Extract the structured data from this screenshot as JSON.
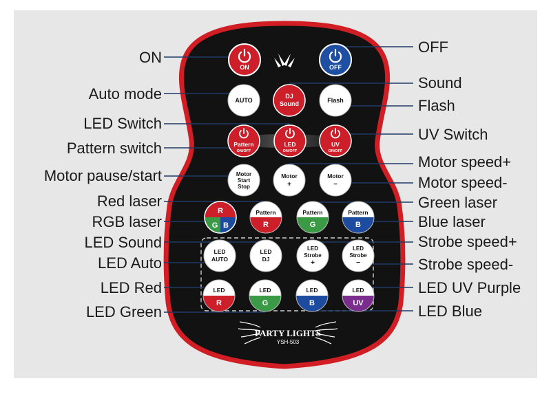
{
  "labels": {
    "on": "ON",
    "off": "OFF",
    "auto_mode": "Auto mode",
    "sound": "Sound",
    "flash": "Flash",
    "led_switch": "LED Switch",
    "uv_switch": "UV Switch",
    "pattern_switch": "Pattern switch",
    "motor_pause_start": "Motor pause/start",
    "motor_speed_plus": "Motor speed+",
    "motor_speed_minus": "Motor speed-",
    "red_laser": "Red laser",
    "green_laser": "Green laser",
    "rgb_laser": "RGB laser",
    "blue_laser": "Blue laser",
    "led_sound": "LED Sound",
    "strobe_speed_plus": "Strobe speed+",
    "led_auto": "LED Auto",
    "strobe_speed_minus": "Strobe speed-",
    "led_red": "LED Red",
    "led_uv_purple": "LED UV Purple",
    "led_green": "LED Green",
    "led_blue": "LED Blue"
  },
  "buttons": {
    "on": "ON",
    "off": "OFF",
    "auto": "AUTO",
    "dj_sound_1": "DJ",
    "dj_sound_2": "Sound",
    "flash": "Flash",
    "pattern_onoff_1": "Pattern",
    "pattern_onoff_2": "ON/OFF",
    "led_onoff_1": "LED",
    "led_onoff_2": "ON/OFF",
    "uv_onoff_1": "UV",
    "uv_onoff_2": "ON/OFF",
    "motor_stop_1": "Motor",
    "motor_stop_2": "Start",
    "motor_stop_3": "Stop",
    "motor_plus_1": "Motor",
    "motor_plus_2": "+",
    "motor_minus_1": "Motor",
    "motor_minus_2": "−",
    "rgb_r": "R",
    "rgb_g": "G",
    "rgb_b": "B",
    "pattern_r_1": "Pattern",
    "pattern_r_2": "R",
    "pattern_g_1": "Pattern",
    "pattern_g_2": "G",
    "pattern_b_1": "Pattern",
    "pattern_b_2": "B",
    "led_auto_1": "LED",
    "led_auto_2": "AUTO",
    "led_dj_1": "LED",
    "led_dj_2": "DJ",
    "led_strobe_plus_1": "LED",
    "led_strobe_plus_2": "Strobe",
    "led_strobe_plus_3": "+",
    "led_strobe_minus_1": "LED",
    "led_strobe_minus_2": "Strobe",
    "led_strobe_minus_3": "−",
    "led_r_1": "LED",
    "led_r_2": "R",
    "led_g_1": "LED",
    "led_g_2": "G",
    "led_b_1": "LED",
    "led_b_2": "B",
    "led_uv_1": "LED",
    "led_uv_2": "UV"
  },
  "branding": {
    "brand": "PARTY LIGHTS",
    "model": "YSH-503"
  },
  "colors": {
    "remote_body": "#121212",
    "remote_border": "#d11e24",
    "red_button": "#cc1f2a",
    "blue_button": "#1f4fa3",
    "green_fill": "#3a9a46",
    "blue_fill": "#1d4ba0",
    "uv_fill": "#7b2d8e",
    "leader_line": "#1f3a66"
  }
}
